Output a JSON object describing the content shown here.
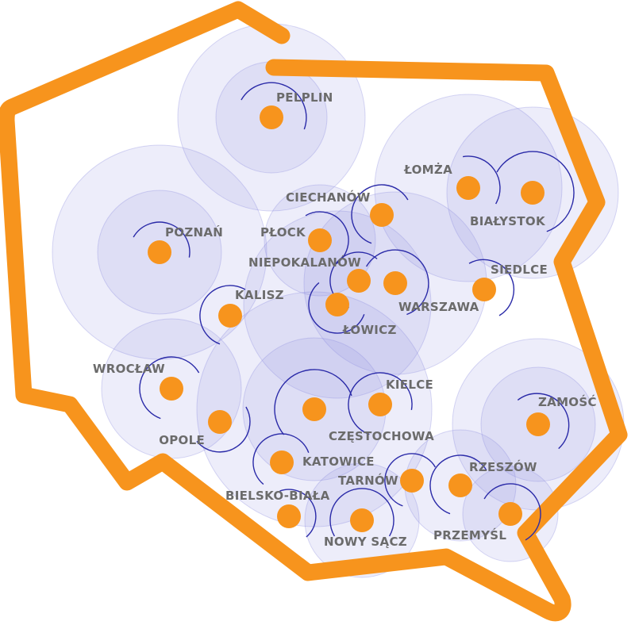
{
  "colors": {
    "border": "#f7941d",
    "dot": "#f7941d",
    "coverage": "#8f8ee0",
    "arc": "#2a2aa8",
    "label": "#6b6b6b"
  },
  "map": {
    "country": "Poland",
    "cities": [
      {
        "id": "pelplin",
        "name": "PELPLIN"
      },
      {
        "id": "lomza",
        "name": "ŁOMŻA"
      },
      {
        "id": "bialystok",
        "name": "BIAŁYSTOK"
      },
      {
        "id": "ciechanow",
        "name": "CIECHANÓW"
      },
      {
        "id": "plock",
        "name": "PŁOCK"
      },
      {
        "id": "poznan",
        "name": "POZNAŃ"
      },
      {
        "id": "niepokalanow",
        "name": "NIEPOKALANÓW"
      },
      {
        "id": "warszawa",
        "name": "WARSZAWA"
      },
      {
        "id": "siedlce",
        "name": "SIEDLCE"
      },
      {
        "id": "kalisz",
        "name": "KALISZ"
      },
      {
        "id": "lowicz",
        "name": "ŁOWICZ"
      },
      {
        "id": "wroclaw",
        "name": "WROCŁAW"
      },
      {
        "id": "opole",
        "name": "OPOLE"
      },
      {
        "id": "kielce",
        "name": "KIELCE"
      },
      {
        "id": "czestochowa",
        "name": "CZĘSTOCHOWA"
      },
      {
        "id": "zamosc",
        "name": "ZAMOŚĆ"
      },
      {
        "id": "katowice",
        "name": "KATOWICE"
      },
      {
        "id": "rzeszow",
        "name": "RZESZÓW"
      },
      {
        "id": "tarnow",
        "name": "TARNÓW"
      },
      {
        "id": "bielsko-biala",
        "name": "BIELSKO-BIAŁA"
      },
      {
        "id": "przemysl",
        "name": "PRZEMYŚL"
      },
      {
        "id": "nowy-sacz",
        "name": "NOWY SĄCZ"
      }
    ]
  }
}
